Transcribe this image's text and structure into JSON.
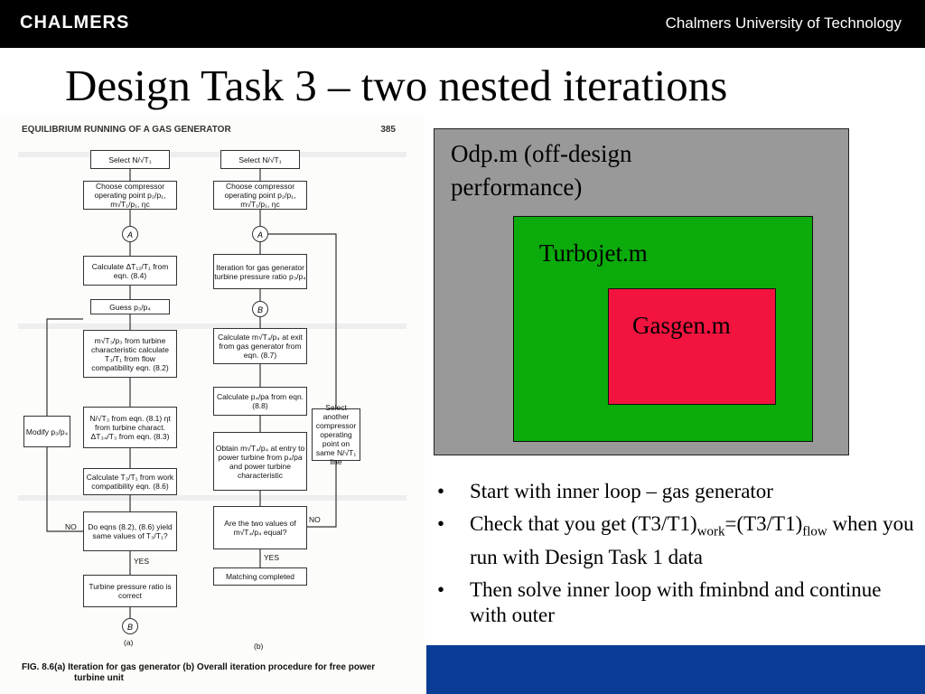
{
  "header": {
    "logo_text": "CHALMERS",
    "university": "Chalmers University of Technology"
  },
  "slide": {
    "title": "Design Task 3 – two nested iterations"
  },
  "scan": {
    "header_left": "EQUILIBRIUM RUNNING OF A GAS GENERATOR",
    "page_number": "385",
    "boxes": {
      "a1": "Select N/√T₁",
      "a2": "Choose compressor operating point p₂/p₁, m√T₁/p₁, ηc",
      "a3": "Calculate ΔT₁₂/T₁ from eqn. (8.4)",
      "a4": "Guess p₃/p₄",
      "a5": "m√T₃/p₃ from turbine characteristic calculate T₃/T₁ from flow compatibility eqn. (8.2)",
      "a6": "N/√T₃ from eqn. (8.1) ηt from turbine charact. ΔT₃₄/T₃ from eqn. (8.3)",
      "a7": "Calculate T₃/T₁ from work compatibility eqn. (8.6)",
      "a8": "Do eqns (8.2), (8.6) yield same values of T₃/T₁?",
      "a9": "Turbine pressure ratio is correct",
      "mod": "Modify p₃/p₄",
      "b1": "Select N/√T₁",
      "b2": "Choose compressor operating point p₂/p₁, m√T₁/p₁, ηc",
      "b3": "Iteration for gas generator turbine pressure ratio p₃/p₄",
      "b4": "Calculate m√T₄/p₄ at exit from gas generator from eqn. (8.7)",
      "b5": "Calculate p₄/pa from eqn. (8.8)",
      "b6": "Obtain m√T₄/p₄ at entry to power turbine from p₄/pa and power turbine characteristic",
      "b7": "Are the two values of m√T₄/p₄ equal?",
      "b8": "Matching completed",
      "sel": "Select another compressor operating point on same N/√T₁ line"
    },
    "circles": {
      "a": "A",
      "b": "B"
    },
    "labels": {
      "no": "NO",
      "yes": "YES",
      "fig_a": "(a)",
      "fig_b": "(b)"
    },
    "caption_line1": "FIG. 8.6(a) Iteration for gas generator (b) Overall iteration procedure for free power",
    "caption_line2": "turbine unit"
  },
  "diagram": {
    "outer_label": "Odp.m (off-design performance)",
    "middle_label": "Turbojet.m",
    "inner_label": "Gasgen.m",
    "colors": {
      "outer": "#999999",
      "middle": "#0bab0b",
      "inner": "#f2143f",
      "footer": "#0a3c96"
    }
  },
  "bullets": {
    "marker": "•",
    "b1": "Start with inner loop – gas generator",
    "b2_pre": "Check that you get (T3/T1)",
    "b2_sub1": "work",
    "b2_mid": "=(T3/T1)",
    "b2_sub2": "flow",
    "b2_post": " when you run with Design Task 1 data",
    "b3": "Then solve inner loop with fminbnd and continue with outer"
  }
}
